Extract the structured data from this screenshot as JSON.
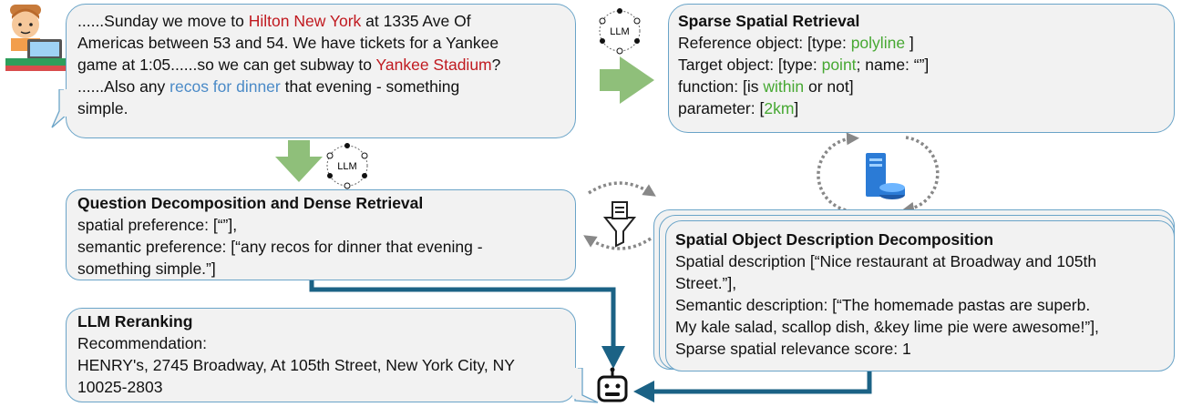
{
  "user_query": {
    "line1": {
      "pre": "......Sunday we move to ",
      "place1": "Hilton New York",
      "post": " at 1335 Ave Of"
    },
    "line2": "Americas between 53 and 54. We have tickets for a Yankee",
    "line3": {
      "pre": "game at 1:05......so we can get subway to ",
      "place2": "Yankee Stadium",
      "post": "?"
    },
    "line4": {
      "pre": "......Also any ",
      "highlight": "recos for dinner",
      "post": " that evening - something"
    },
    "line5": "simple."
  },
  "llm_icon_label": "LLM",
  "sparse": {
    "title": "Sparse Spatial Retrieval",
    "ref": {
      "pre": "Reference object: [type: ",
      "val": "polyline",
      "post": " ]"
    },
    "target": {
      "pre": "Target object: [type: ",
      "val": "point",
      "post": "; name: “”]"
    },
    "func": {
      "pre": "function: [is ",
      "val": "within",
      "post": " or not]"
    },
    "param": {
      "pre": "parameter: [",
      "val": "2km",
      "post": "]"
    }
  },
  "decomp": {
    "title": "Question Decomposition and Dense Retrieval",
    "line1": "spatial preference: [“”],",
    "line2": "semantic preference: [“any recos for dinner that evening -",
    "line3": "something simple.”]"
  },
  "spatial": {
    "title": "Spatial Object Description Decomposition",
    "line1": "Spatial description [“Nice restaurant at Broadway and 105th",
    "line2": "Street.”],",
    "line3": "Semantic description: [“The homemade pastas are superb.",
    "line4": "My kale salad, scallop dish, &key lime pie were awesome!”],",
    "line5": "Sparse spatial relevance score: 1"
  },
  "rerank": {
    "title": "LLM Reranking",
    "line1": "Recommendation:",
    "line2": "HENRY's, 2745 Broadway, At 105th Street, New York City, NY",
    "line3": "10025-2803"
  },
  "colors": {
    "box_fill": "#f2f2f2",
    "box_border": "#6aa4c8",
    "green_arrow": "#8fbf7a",
    "flow_arrow": "#1b6285",
    "highlight_red": "#c0191f",
    "highlight_blue": "#4a8ac7",
    "highlight_green": "#46a832"
  },
  "icons": [
    "user-laptop-icon",
    "llm-network-icon",
    "database-server-icon",
    "filter-document-icon",
    "robot-icon"
  ]
}
